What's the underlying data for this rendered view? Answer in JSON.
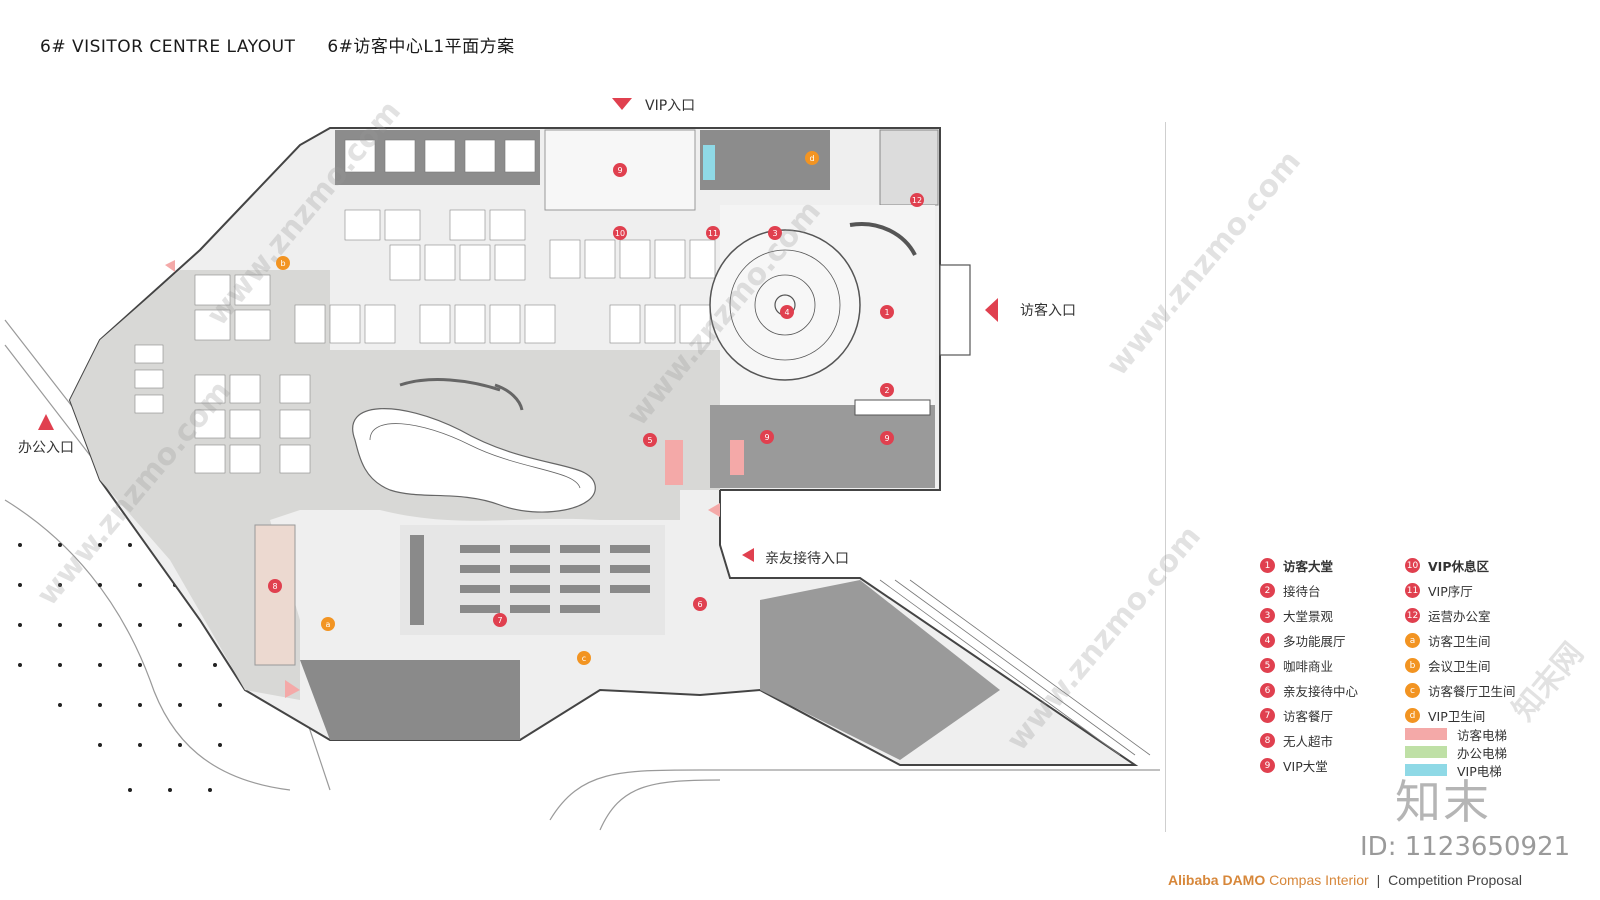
{
  "title": {
    "en": "6# VISITOR CENTRE LAYOUT",
    "cn": "6#访客中心L1平面方案"
  },
  "entrances": {
    "vip": "VIP入口",
    "visitor": "访客入口",
    "office": "办公入口",
    "friends": "亲友接待入口"
  },
  "plan_markers": {
    "red": [
      {
        "n": "1",
        "zone": "visitor-lobby"
      },
      {
        "n": "2",
        "zone": "reception"
      },
      {
        "n": "3",
        "zone": "lobby-landscape"
      },
      {
        "n": "4",
        "zone": "multi-function-hall"
      },
      {
        "n": "5",
        "zone": "cafe"
      },
      {
        "n": "6",
        "zone": "friends-reception"
      },
      {
        "n": "7",
        "zone": "visitor-dining"
      },
      {
        "n": "8",
        "zone": "unmanned-supermarket"
      },
      {
        "n": "9",
        "zone": "vip-lobby"
      },
      {
        "n": "10",
        "zone": "vip-lounge"
      },
      {
        "n": "11",
        "zone": "vip-hall"
      },
      {
        "n": "12",
        "zone": "operations-office"
      }
    ],
    "orange": [
      {
        "n": "a"
      },
      {
        "n": "b"
      },
      {
        "n": "c"
      },
      {
        "n": "d"
      }
    ]
  },
  "legend": {
    "left": [
      {
        "n": "1",
        "label": "访客大堂",
        "bold": true
      },
      {
        "n": "2",
        "label": "接待台"
      },
      {
        "n": "3",
        "label": "大堂景观"
      },
      {
        "n": "4",
        "label": "多功能展厅"
      },
      {
        "n": "5",
        "label": "咖啡商业"
      },
      {
        "n": "6",
        "label": "亲友接待中心"
      },
      {
        "n": "7",
        "label": "访客餐厅"
      },
      {
        "n": "8",
        "label": "无人超市"
      },
      {
        "n": "9",
        "label": "VIP大堂"
      }
    ],
    "right": [
      {
        "n": "10",
        "label": "VIP休息区",
        "bold": true
      },
      {
        "n": "11",
        "label": "VIP序厅"
      },
      {
        "n": "12",
        "label": "运营办公室"
      },
      {
        "n": "a",
        "label": "访客卫生间"
      },
      {
        "n": "b",
        "label": "会议卫生间"
      },
      {
        "n": "c",
        "label": "访客餐厅卫生间"
      },
      {
        "n": "d",
        "label": "VIP卫生间"
      }
    ],
    "swatches": [
      {
        "label": "访客电梯",
        "color": "#f4a9a8"
      },
      {
        "label": "办公电梯",
        "color": "#bfe0a6"
      },
      {
        "label": "VIP电梯",
        "color": "#8fd9e6"
      }
    ]
  },
  "colors": {
    "marker_red": "#e0404f",
    "marker_orange": "#f29422",
    "corridor": "#d8d8d6",
    "dark_zone": "#8c8c8c",
    "lobby": "#f3f3f3"
  },
  "watermarks": {
    "site": "www.znzmo.com",
    "site_cn": "知末网",
    "logo": "知末",
    "id": "ID: 1123650921"
  },
  "footer": {
    "brand": "Alibaba DAMO",
    "compas": "Compas Interior",
    "sep": "|",
    "proposal": "Competition  Proposal"
  }
}
